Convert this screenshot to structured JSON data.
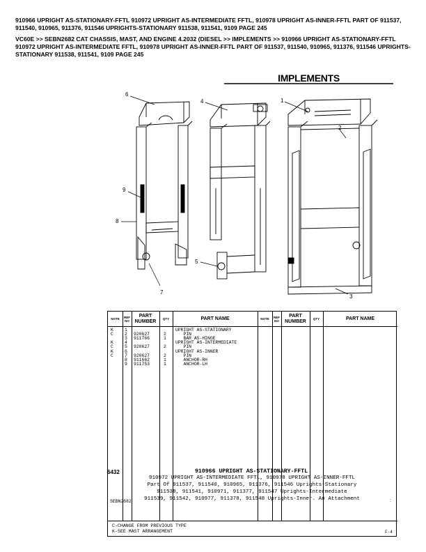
{
  "header": {
    "line1": "910966 UPRIGHT AS-STATIONARY-FFTL 910972 UPRIGHT AS-INTERMEDIATE FFTL, 910978 UPRIGHT AS-INNER-FFTL PART OF 911537, 911540, 910965, 911376, 911546 UPRIGHTS-STATIONARY 911538, 911541, 9109 PAGE 245",
    "line2": "VC60E >> SEBN2682 CAT CHASSIS, MAST, AND ENGINE 4.2032 (DIESEL >> IMPLEMENTS >> 910966 UPRIGHT AS-STATIONARY-FFTL 910972 UPRIGHT AS-INTERMEDIATE FFTL, 910978 UPRIGHT AS-INNER-FFTL PART OF 911537, 911540, 910965, 911376, 911546 UPRIGHTS-STATIONARY 911538, 911541, 9109 PAGE 245"
  },
  "sheet": {
    "banner": "IMPLEMENTS",
    "callouts": [
      "6",
      "4",
      "1",
      "2",
      "9",
      "8",
      "5",
      "7",
      "3"
    ],
    "table": {
      "headers": {
        "note": "NOTE",
        "ref": "REF NO",
        "part_number": "PART NUMBER",
        "qty": "QTY",
        "part_name": "PART NAME"
      },
      "rows": [
        {
          "note": "K",
          "ref": "1",
          "part": "",
          "qty": "",
          "name": "UPRIGHT AS-STATIONARY"
        },
        {
          "note": "C",
          "ref": "2",
          "part": "920627",
          "qty": "2",
          "name": "   PIN"
        },
        {
          "note": "",
          "ref": "3",
          "part": "911766",
          "qty": "1",
          "name": "   BAR AS-HINGE"
        },
        {
          "note": "K",
          "ref": "4",
          "part": "",
          "qty": "",
          "name": "UPRIGHT AS-INTERMEDIATE"
        },
        {
          "note": "C",
          "ref": "5",
          "part": "920627",
          "qty": "2",
          "name": "   PIN"
        },
        {
          "note": "K",
          "ref": "6",
          "part": "",
          "qty": "",
          "name": "UPRIGHT AS-INNER"
        },
        {
          "note": "C",
          "ref": "7",
          "part": "920627",
          "qty": "2",
          "name": "   PIN"
        },
        {
          "note": "",
          "ref": "8",
          "part": "911662",
          "qty": "1",
          "name": "   ANCHOR-RH"
        },
        {
          "note": "",
          "ref": "9",
          "part": "911753",
          "qty": "1",
          "name": "   ANCHOR-LH"
        }
      ],
      "notes": [
        "C-CHANGE FROM PREVIOUS TYPE",
        "K-SEE MAST ARRANGEMENT"
      ],
      "figure_ref": "F-4"
    },
    "footer": {
      "page": "6432",
      "title": "910966 UPRIGHT AS-STATIONARY-FFTL",
      "lines": [
        "910972 UPRIGHT AS-INTERMEDIATE FFTL, 910978 UPRIGHT AS-INNER-FFTL",
        "Part Of 911537, 911540, 910965, 911376, 911546 Uprights-Stationary",
        "911538, 911541, 910971, 911377, 911547 Uprights-Intermediate",
        "911539, 911542, 910977, 911378, 911548 Uprights-Inner. An Attachment"
      ],
      "code": "SEBN2682",
      "mark": ":"
    }
  }
}
